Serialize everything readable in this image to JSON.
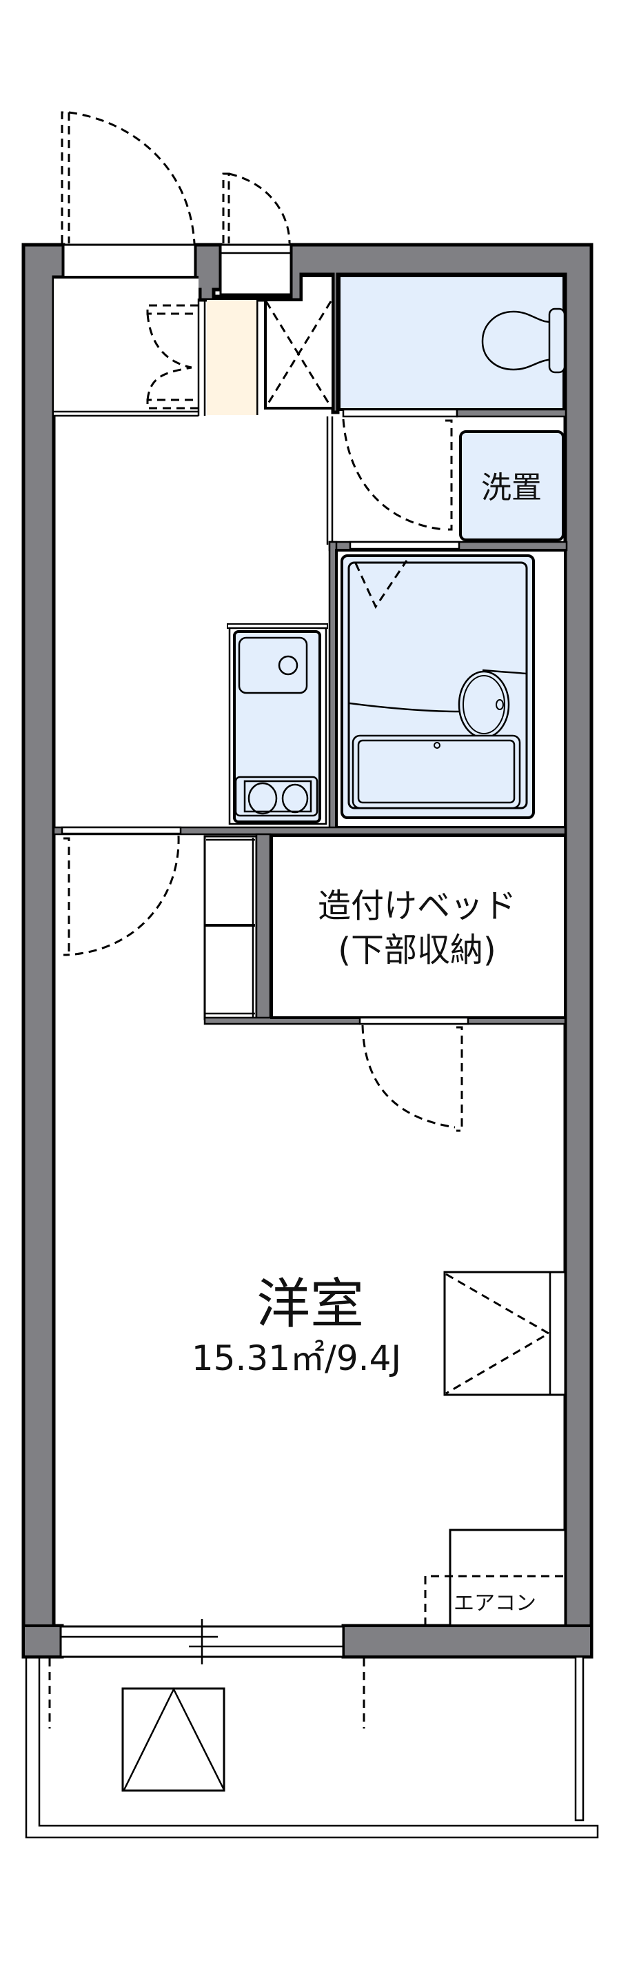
{
  "floorplan": {
    "rooms": {
      "western_room": {
        "label": "洋室",
        "area": "15.31㎡/9.4J"
      },
      "built_in_bed": {
        "line1": "造付けベッド",
        "line2": "(下部収納)"
      },
      "washer_space": {
        "label": "洗置"
      },
      "air_conditioner": {
        "label": "エアコン"
      }
    },
    "colors": {
      "wall": "#808084",
      "wet_area": "#e3eefc",
      "shoe_box": "#fff4e2",
      "background": "#ffffff"
    }
  }
}
